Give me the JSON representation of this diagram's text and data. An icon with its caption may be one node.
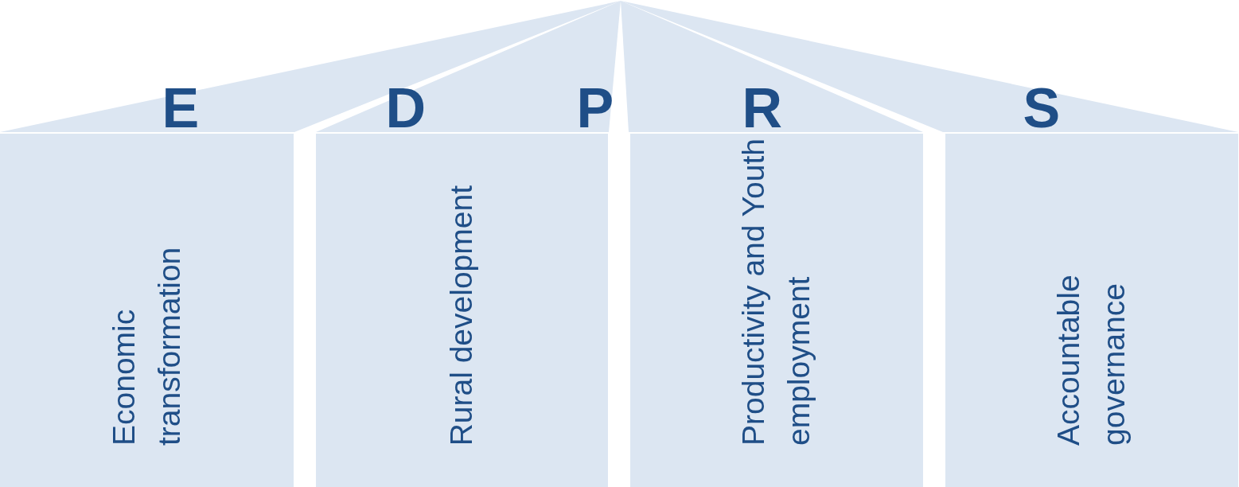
{
  "diagram": {
    "nodes": [
      {
        "text": [
          "Economic transformation"
        ]
      },
      {
        "text": [
          "Rural development"
        ]
      },
      {
        "text": [
          "Productivity and Youth employment"
        ]
      },
      {
        "text": [
          "Accountable governance"
        ]
      }
    ],
    "labels": [
      "E",
      "D",
      "P",
      "R",
      "S"
    ]
  }
}
